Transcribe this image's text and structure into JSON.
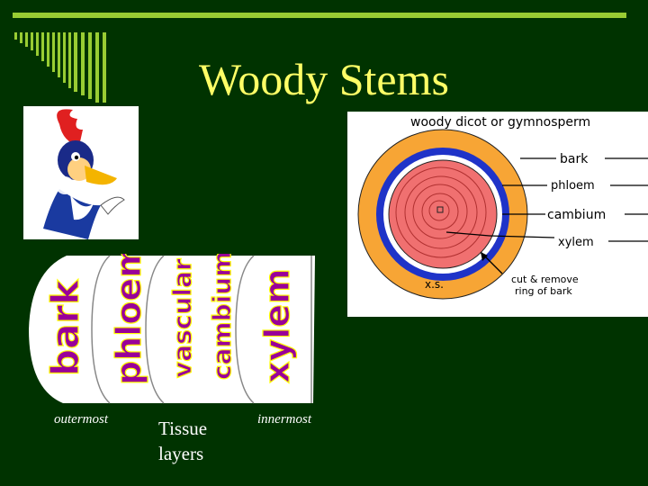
{
  "slide": {
    "title": "Woody Stems",
    "tissue_words": [
      "bark",
      "phloem",
      "vascular",
      "cambium",
      "xylem"
    ],
    "captions": {
      "outermost": "outermost",
      "tissue_line1": "Tissue",
      "tissue_line2": "layers",
      "innermost": "innermost"
    }
  },
  "diagram": {
    "title": "woody dicot or gymnosperm",
    "labels": {
      "bark": "bark",
      "phloem": "phloem",
      "cambium": "cambium",
      "xylem": "xylem",
      "xs": "x.s.",
      "cut_line1": "cut & remove",
      "cut_line2": "ring of bark"
    }
  },
  "colors": {
    "background": "#003300",
    "title": "#ffff66",
    "accent_green": "#99cc33",
    "tissue_text": "#990099",
    "bark": "#f7a535",
    "phloem": "#2233cc",
    "xylem": "#f07070"
  }
}
